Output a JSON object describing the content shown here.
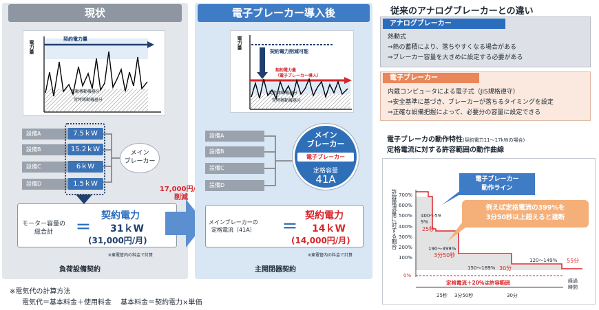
{
  "left": {
    "header": "現状",
    "contract_line": "契約電力量",
    "y_label": "電力量",
    "variable_load": "変動稼動機器分",
    "constant_load": "常時稼動機器分",
    "equipment": [
      {
        "name": "設備A",
        "value": "7.5ｋW"
      },
      {
        "name": "設備B",
        "value": "15.2ｋW"
      },
      {
        "name": "設備C",
        "value": "6ｋW"
      },
      {
        "name": "設備D",
        "value": "1.5ｋW"
      }
    ],
    "breaker": "メイン\nブレーカー",
    "sum_label": "モーター容量の\n総合計",
    "equals": "＝",
    "contract_title": "契約電力",
    "contract_value": "31ｋW",
    "contract_yen": "(31,000円/月)",
    "note": "※東電管内の料金で計算",
    "footer": "負荷設備契約"
  },
  "arrow": {
    "saving": "17,000円/月\n削減"
  },
  "middle": {
    "header": "電子ブレーカー導入後",
    "y_label": "電力量",
    "reduce_label": "契約電力削減可能",
    "contract_label": "契約電力量\n（電子ブレーカー導入）",
    "variable_load": "変動稼動機器分",
    "constant_load": "常時稼動機器分",
    "equipment": [
      "設備A",
      "設備B",
      "設備C",
      "設備D"
    ],
    "main_breaker": "メイン\nブレーカー",
    "e_breaker": "電子ブレーカー",
    "capacity_label": "定格容量",
    "capacity_value": "41A",
    "sum_label": "メインブレーカーの\n定格電流（41A）",
    "equals": "＝",
    "contract_title": "契約電力",
    "contract_value": "14ｋW",
    "contract_yen": "(14,000円/月)",
    "note": "※東電管内の料金で計算",
    "footer": "主開閉器契約"
  },
  "right": {
    "title": "従来のアナログブレーカーとの違い",
    "analog_header": "アナログブレーカー",
    "analog_lines": [
      "熱動式",
      "⇒熱の蓄積により、落ちやすくなる場合がある",
      "⇒ブレーカー容量を大きめに設定する必要がある"
    ],
    "electronic_header": "電子ブレーカー",
    "electronic_lines": [
      "内蔵コンピュータによる電子式（JIS規格遵守）",
      "⇒安全基準に基づき、ブレーカーが落ちるタイミングを設定",
      "⇒正確な設備把握によって、必要分の容量に設定できる"
    ],
    "char_title": "電子ブレーカの動作特性",
    "char_title_small": "(契約電力11～17kWの場合)",
    "char_subtitle": "定格電流に対する許容範囲の動作曲線"
  },
  "chart_data": {
    "type": "line",
    "title": "",
    "ylabel": "許容電流量に対する割合",
    "xlabel": "経過時間",
    "y_ticks": [
      "700%",
      "600%",
      "500%",
      "400%",
      "300%",
      "200%",
      "100%",
      "0%"
    ],
    "x_ticks": [
      "25秒",
      "3分50秒",
      "30分"
    ],
    "callout": "電子ブレーカー\n動作ライン",
    "example": "例えば定格電流の399%を\n3分50秒以上超えると遮断",
    "annotations": [
      {
        "range": "400～599%",
        "time": "25秒"
      },
      {
        "range": "190～399%",
        "time": "3分50秒"
      },
      {
        "range": "150～189%",
        "time": "30分"
      },
      {
        "range": "120～149%",
        "time": "55分"
      }
    ],
    "tolerance": "定格電流＋20％は許容範囲"
  },
  "footer": {
    "calc_title": "※電気代の計算方法",
    "calc_line": "電気代＝基本料金＋使用料金　 基本料金＝契約電力×単価"
  },
  "colors": {
    "blue": "#2b6dbd",
    "red": "#d8262b",
    "navy": "#1f3f6e",
    "gray_panel": "#e6e8ec"
  }
}
